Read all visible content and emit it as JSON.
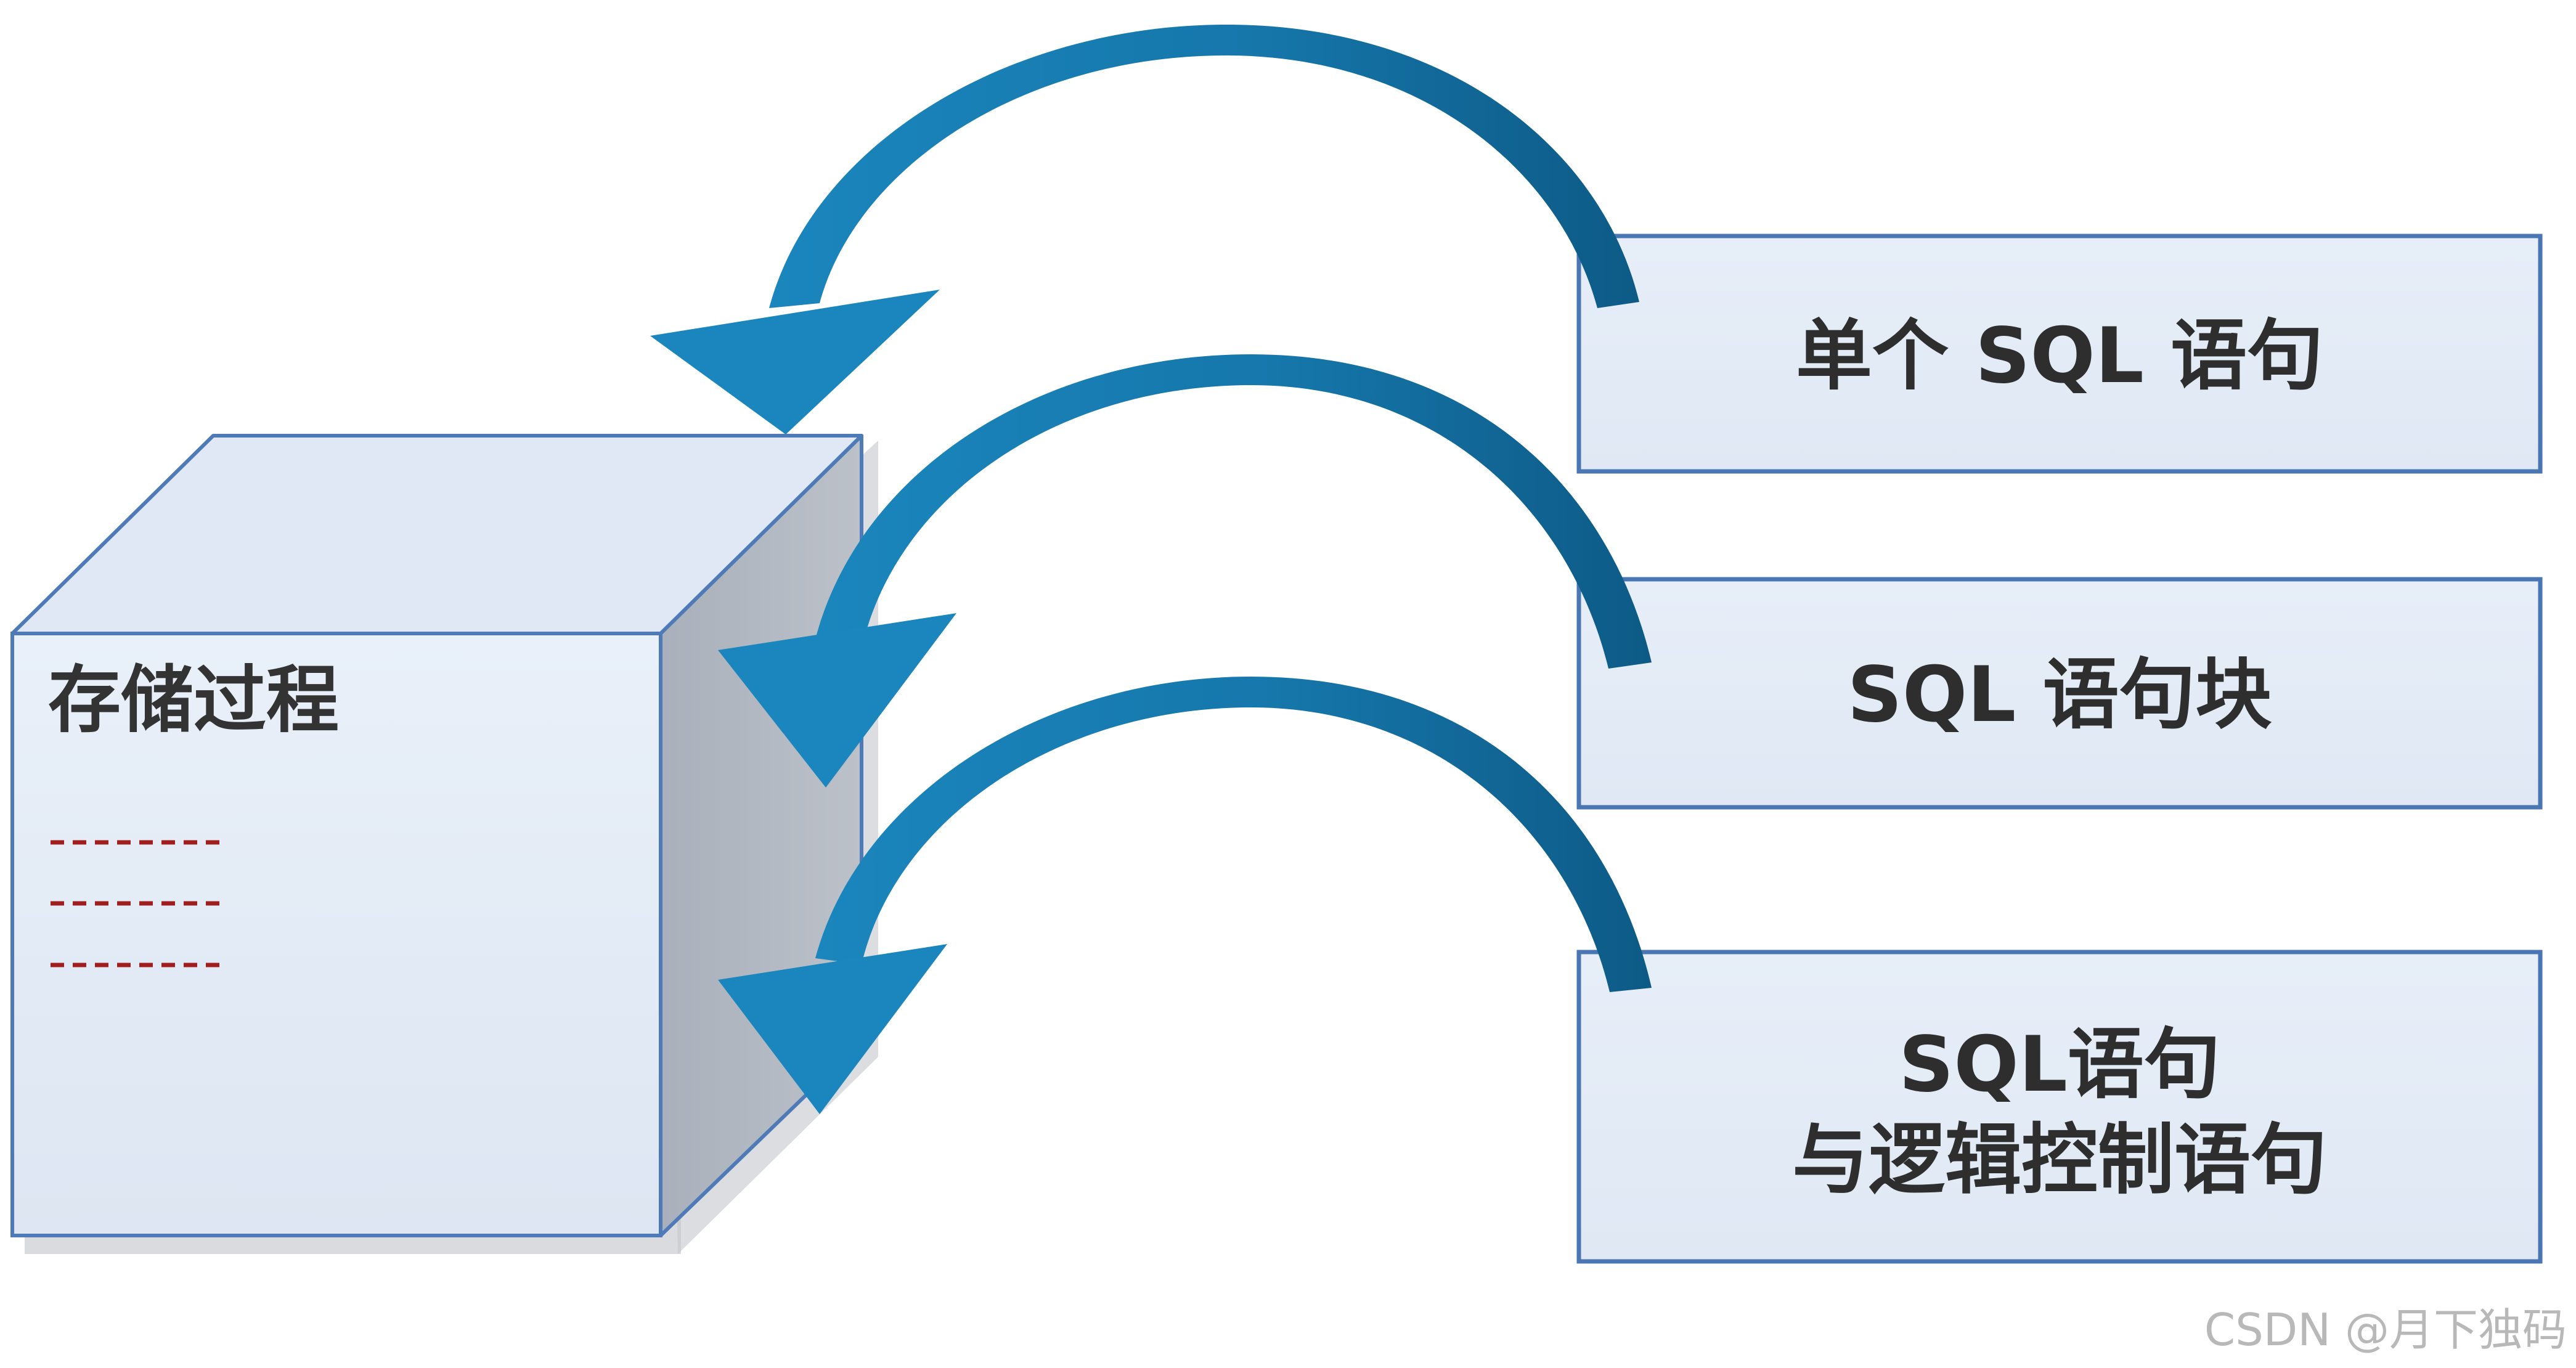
{
  "cube": {
    "title": "存储过程"
  },
  "boxes": [
    {
      "lines": [
        "单个 SQL 语句"
      ]
    },
    {
      "lines": [
        "SQL 语句块"
      ]
    },
    {
      "lines": [
        "SQL语句",
        "与逻辑控制语句"
      ]
    }
  ],
  "watermark": "CSDN @月下独码",
  "colors": {
    "arrow_light": "#1a86bd",
    "arrow_dark": "#0d5a86",
    "box_fill": "#e4ecf7",
    "box_border": "#4b76b4",
    "cube_front": "#e6eef8",
    "cube_top": "#dde7f3",
    "cube_side": "#b2b8c2",
    "cube_border": "#4f7ab8",
    "dash": "#a01e1e"
  },
  "icons": [
    "curved-arrow-icon"
  ]
}
